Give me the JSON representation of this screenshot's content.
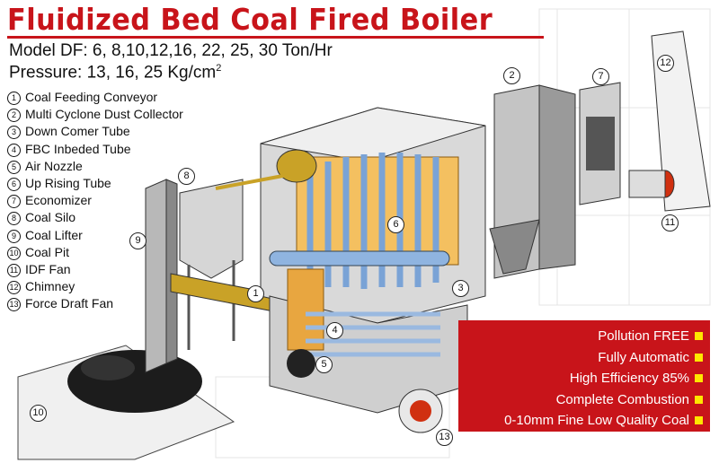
{
  "title": "Fluidized Bed Coal Fired Boiler",
  "model_line": "Model DF: 6, 8,10,12,16, 22, 25, 30 Ton/Hr",
  "pressure_line": "Pressure: 13, 16, 25 Kg/cm",
  "pressure_unit_sup": "2",
  "components": [
    {
      "num": "1",
      "label": "Coal Feeding Conveyor"
    },
    {
      "num": "2",
      "label": "Multi Cyclone Dust Collector"
    },
    {
      "num": "3",
      "label": "Down Comer Tube"
    },
    {
      "num": "4",
      "label": "FBC Inbeded Tube"
    },
    {
      "num": "5",
      "label": "Air Nozzle"
    },
    {
      "num": "6",
      "label": "Up Rising Tube"
    },
    {
      "num": "7",
      "label": "Economizer"
    },
    {
      "num": "8",
      "label": "Coal Silo"
    },
    {
      "num": "9",
      "label": "Coal Lifter"
    },
    {
      "num": "10",
      "label": "Coal Pit"
    },
    {
      "num": "11",
      "label": "IDF Fan"
    },
    {
      "num": "12",
      "label": "Chimney"
    },
    {
      "num": "13",
      "label": "Force Draft Fan"
    }
  ],
  "features": [
    "Pollution FREE",
    "Fully Automatic",
    "High Efficiency 85%",
    "Complete Combustion",
    "0-10mm Fine Low Quality Coal"
  ],
  "colors": {
    "brand_red": "#c8141a",
    "bullet_yellow": "#ffe600",
    "tube_blue": "#8fb4e0"
  }
}
